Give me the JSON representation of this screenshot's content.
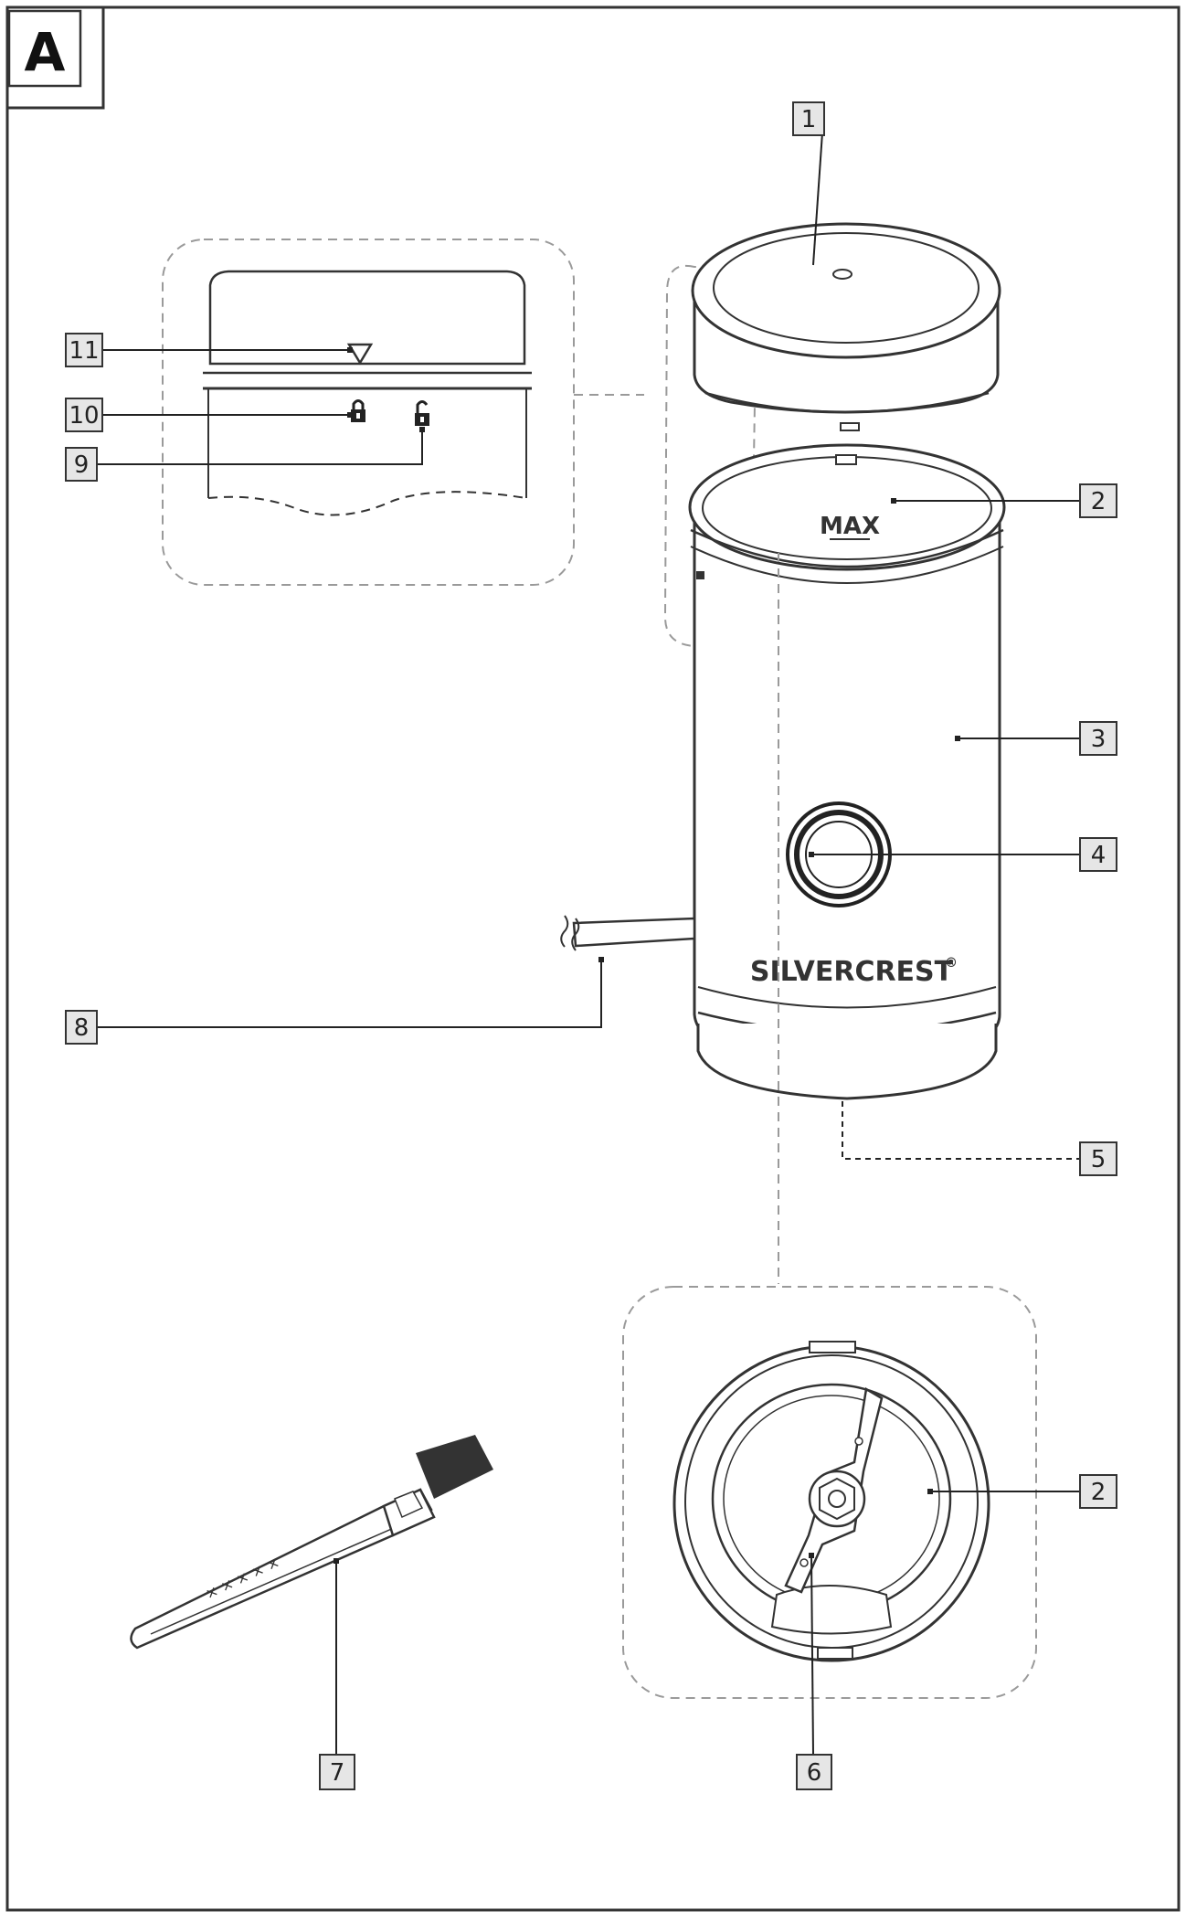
{
  "figure": {
    "section_label": "A",
    "brand_text": "SILVERCREST",
    "brand_mark": "®",
    "max_label": "MAX"
  },
  "callouts": [
    {
      "id": "c1",
      "label": "1"
    },
    {
      "id": "c2-top",
      "label": "2"
    },
    {
      "id": "c3",
      "label": "3"
    },
    {
      "id": "c4",
      "label": "4"
    },
    {
      "id": "c5",
      "label": "5"
    },
    {
      "id": "c2-bottom",
      "label": "2"
    },
    {
      "id": "c6",
      "label": "6"
    },
    {
      "id": "c7",
      "label": "7"
    },
    {
      "id": "c8",
      "label": "8"
    },
    {
      "id": "c9",
      "label": "9"
    },
    {
      "id": "c10",
      "label": "10"
    },
    {
      "id": "c11",
      "label": "11"
    }
  ],
  "colors": {
    "line": "#222222",
    "dash": "#9a9a9a",
    "label_box_fill": "#e6e6e6"
  }
}
